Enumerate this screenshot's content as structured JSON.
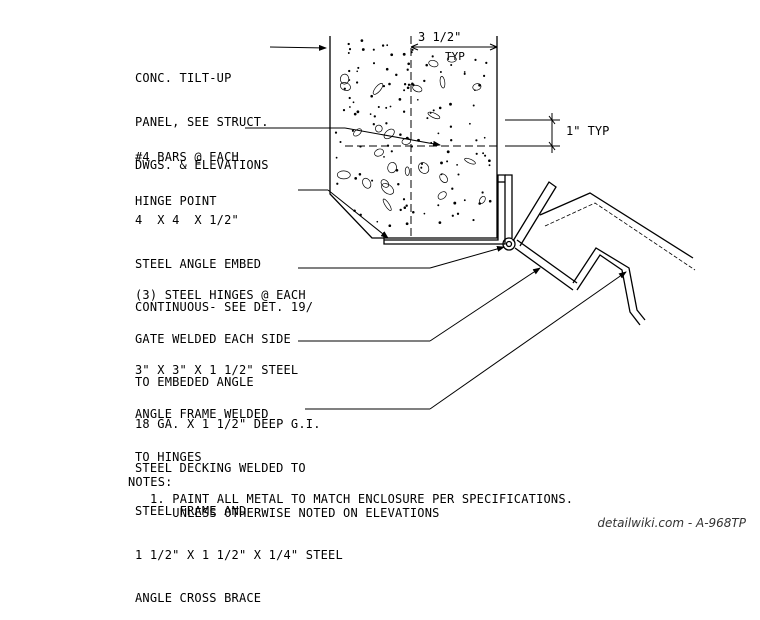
{
  "callouts": {
    "panel": [
      "CONC. TILT-UP",
      "PANEL, SEE STRUCT.",
      "DWGS. & ELEVATIONS"
    ],
    "bars": [
      "#4 BARS @ EACH",
      "HINGE POINT"
    ],
    "embed": [
      "4  X 4  X 1/2\"",
      "STEEL ANGLE EMBED",
      "CONTINUOUS- SEE DET. 19/"
    ],
    "hinges": [
      "(3) STEEL HINGES @ EACH",
      "GATE WELDED EACH SIDE",
      "TO EMBEDED ANGLE"
    ],
    "frame": [
      "3\" X 3\" X 1 1/2\" STEEL",
      "ANGLE FRAME WELDED",
      "TO HINGES"
    ],
    "decking": [
      "18 GA. X 1 1/2\" DEEP G.I.",
      "STEEL DECKING WELDED TO",
      "STEEL FRAME AND",
      "1 1/2\" X 1 1/2\" X 1/4\" STEEL",
      "ANGLE CROSS BRACE"
    ]
  },
  "dimensions": {
    "width": "3 1/2\"",
    "width_note": "TYP",
    "offset": "1\" TYP"
  },
  "notes": {
    "heading": "NOTES:",
    "item1_line1": "1. PAINT ALL METAL TO MATCH ENCLOSURE PER SPECIFICATIONS.",
    "item1_line2": "   UNLESS OTHERWISE NOTED ON ELEVATIONS"
  },
  "watermark": "detailwiki.com - A-968TP"
}
